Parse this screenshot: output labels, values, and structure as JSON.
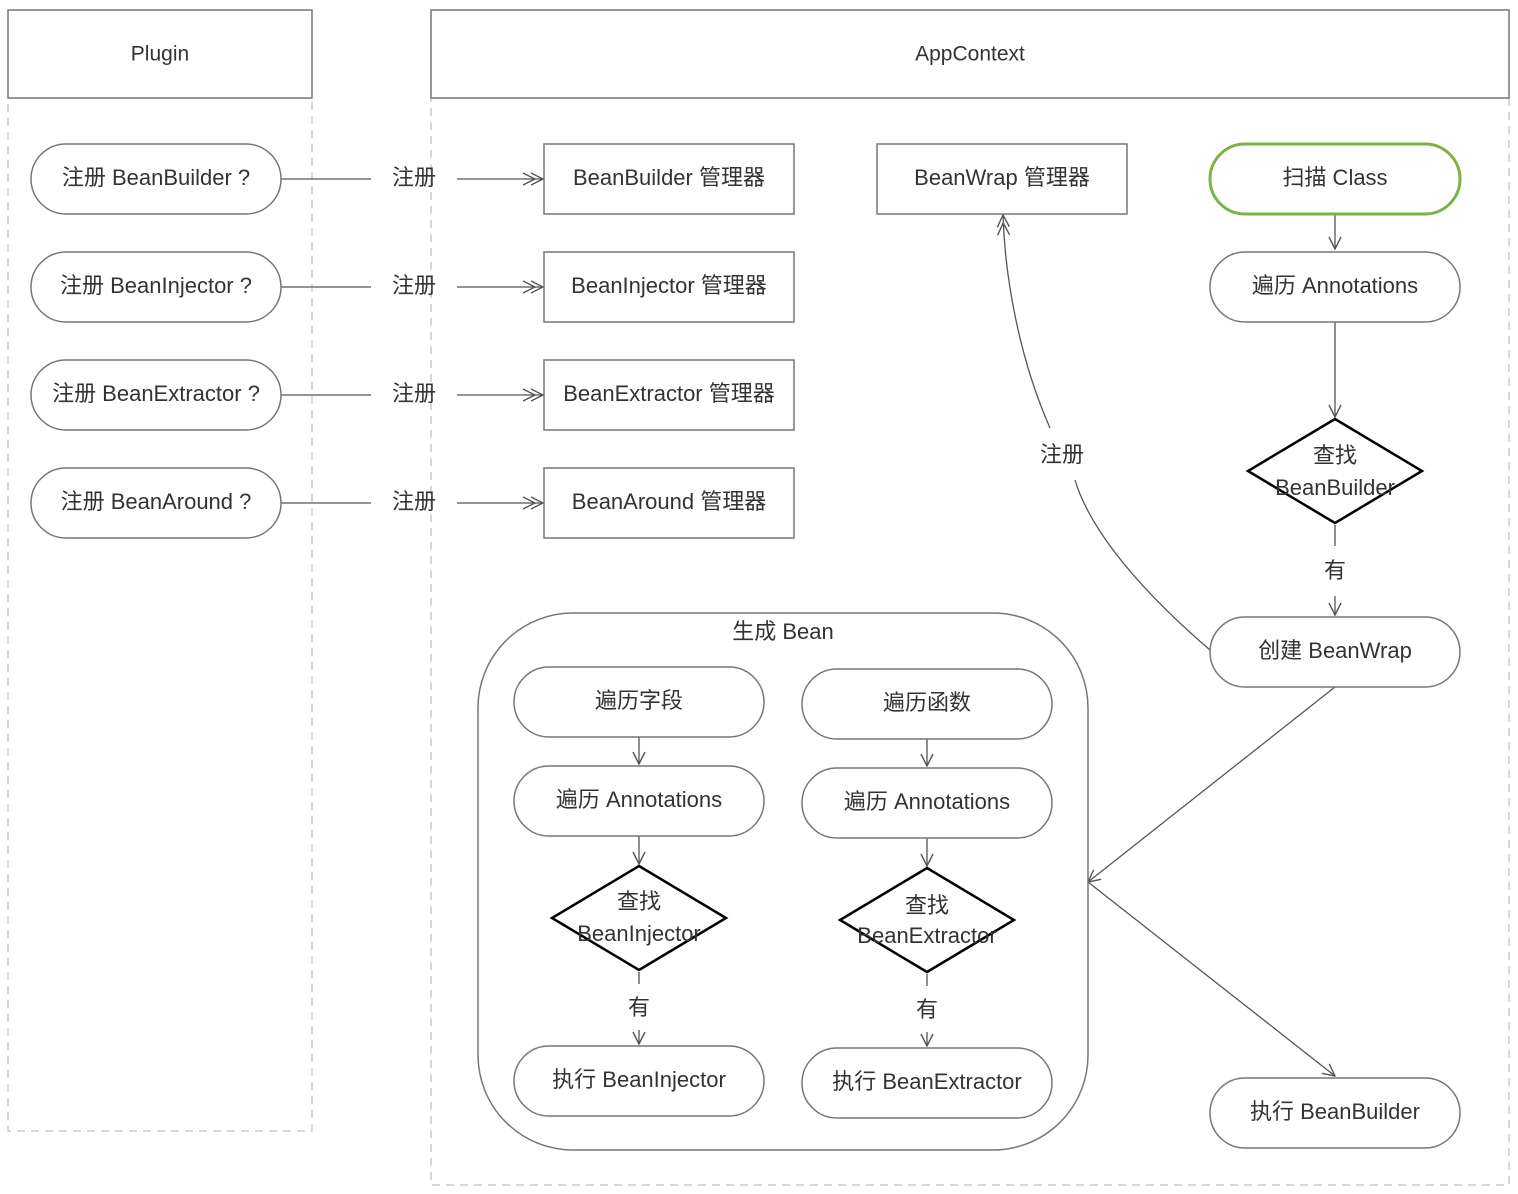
{
  "lanes": {
    "plugin": "Plugin",
    "appcontext": "AppContext"
  },
  "plugin_nodes": {
    "reg_builder": "注册 BeanBuilder ?",
    "reg_injector": "注册 BeanInjector ?",
    "reg_extractor": "注册 BeanExtractor ?",
    "reg_around": "注册 BeanAround ?"
  },
  "edge_labels": {
    "register": "注册",
    "has": "有"
  },
  "managers": {
    "builder": "BeanBuilder 管理器",
    "injector": "BeanInjector 管理器",
    "extractor": "BeanExtractor 管理器",
    "around": "BeanAround 管理器",
    "wrap": "BeanWrap 管理器"
  },
  "main_flow": {
    "scan_class": "扫描 Class",
    "iterate_annotations": "遍历 Annotations",
    "find_builder_l1": "查找",
    "find_builder_l2": "BeanBuilder",
    "create_wrap": "创建 BeanWrap",
    "exec_builder": "执行 BeanBuilder"
  },
  "generate_bean": {
    "title": "生成 Bean",
    "fields": {
      "iterate": "遍历字段",
      "annotations": "遍历 Annotations",
      "find_l1": "查找",
      "find_l2": "BeanInjector",
      "exec": "执行 BeanInjector"
    },
    "methods": {
      "iterate": "遍历函数",
      "annotations": "遍历 Annotations",
      "find_l1": "查找",
      "find_l2": "BeanExtractor",
      "exec": "执行 BeanExtractor"
    }
  },
  "colors": {
    "start_node_stroke": "#7cb342"
  }
}
